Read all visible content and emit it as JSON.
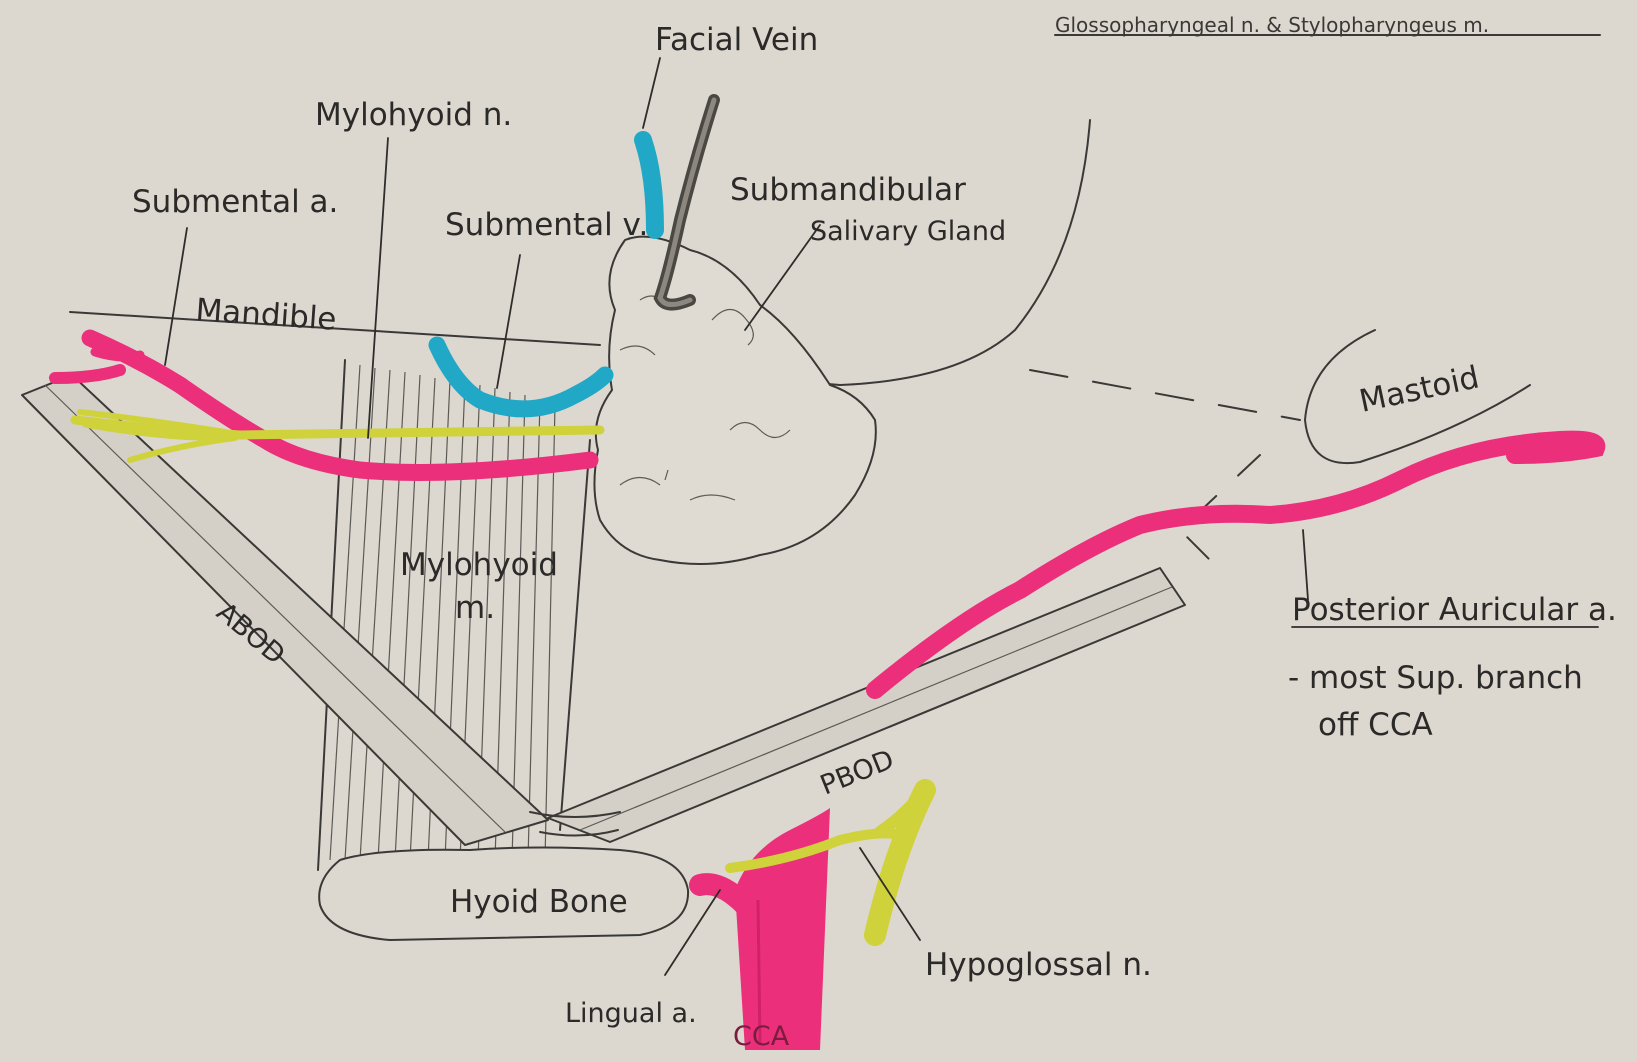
{
  "labels": {
    "facial_vein": "Facial Vein",
    "glosso_note": "Glossopharyngeal n. & Stylopharyngeus m.",
    "mylohyoid_nerve": "Mylohyoid n.",
    "submental_artery": "Submental a.",
    "submental_vein": "Submental v.",
    "submandibular_line1": "Submandibular",
    "submandibular_line2": "Salivary Gland",
    "mandible": "Mandible",
    "mastoid": "Mastoid",
    "mylohyoid_muscle_line1": "Mylohyoid",
    "mylohyoid_muscle_line2": "m.",
    "abod": "ABOD",
    "pbod": "PBOD",
    "posterior_auricular": "Posterior Auricular a.",
    "note_line1": "- most Sup. branch",
    "note_line2": "off CCA",
    "hyoid_bone": "Hyoid Bone",
    "hypoglossal": "Hypoglossal n.",
    "lingual": "Lingual a.",
    "cca": "CCA"
  },
  "colors": {
    "paper": "#dcd8d0",
    "pencil": "#3a3936",
    "artery": "#ec2f7a",
    "vein": "#21a8c6",
    "nerve": "#cfd23a"
  }
}
